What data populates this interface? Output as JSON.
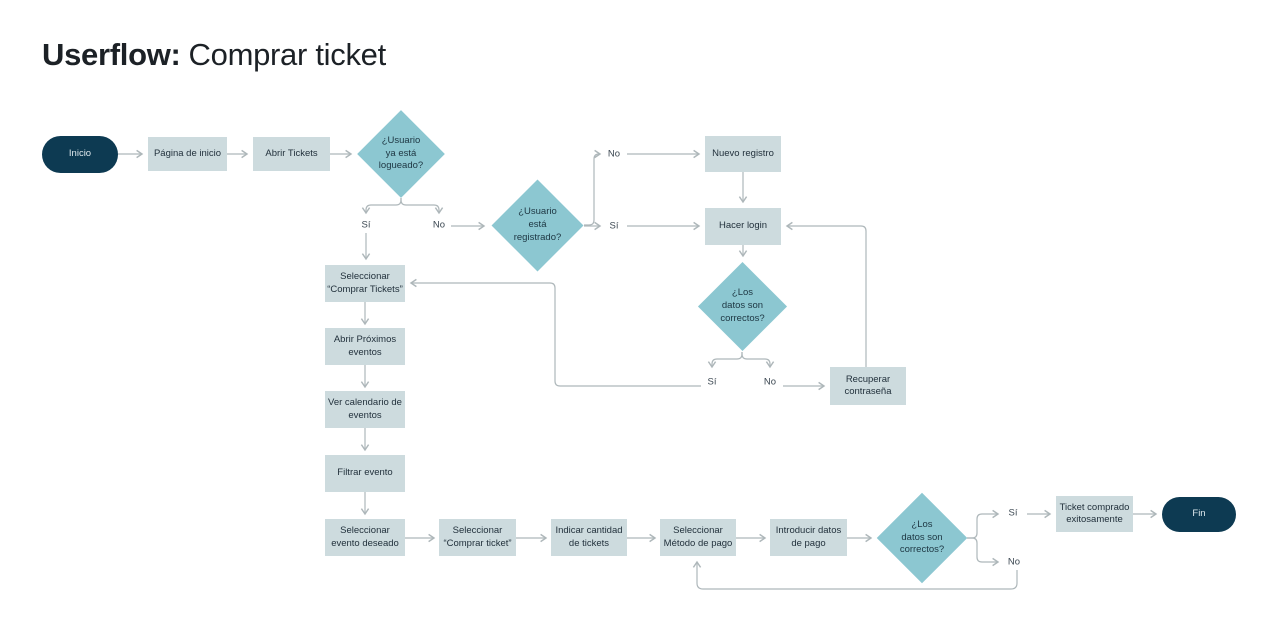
{
  "title": {
    "bold": "Userflow:",
    "regular": "Comprar ticket"
  },
  "colors": {
    "background": "#ffffff",
    "start_end_fill": "#0d3a52",
    "step_fill": "#cddbde",
    "decision_fill": "#8cc7d1",
    "connector": "#aeb7ba",
    "text": "#22313c",
    "start_end_text": "#dfe9ee"
  },
  "nodes": {
    "inicio": {
      "label": "Inicio",
      "type": "start"
    },
    "pagina_inicio": {
      "label": "Página de inicio",
      "type": "step"
    },
    "abrir_tickets": {
      "label": "Abrir Tickets",
      "type": "step"
    },
    "d_logueado": {
      "label": "¿Usuario\nya está\nlogueado?",
      "type": "decision"
    },
    "nuevo_registro": {
      "label": "Nuevo registro",
      "type": "step"
    },
    "hacer_login": {
      "label": "Hacer login",
      "type": "step"
    },
    "d_registrado": {
      "label": "¿Usuario\nestá\nregistrado?",
      "type": "decision"
    },
    "d_datos_login": {
      "label": "¿Los\ndatos son\ncorrectos?",
      "type": "decision"
    },
    "recuperar_contrasena": {
      "label": "Recuperar\ncontraseña",
      "type": "step"
    },
    "sel_comprar_tickets": {
      "label": "Seleccionar\n“Comprar Tickets”",
      "type": "step"
    },
    "abrir_proximos": {
      "label": "Abrir Próximos\neventos",
      "type": "step"
    },
    "ver_calendario": {
      "label": "Ver calendario de\neventos",
      "type": "step"
    },
    "filtrar_evento": {
      "label": "Filtrar evento",
      "type": "step"
    },
    "sel_evento": {
      "label": "Seleccionar\nevento deseado",
      "type": "step"
    },
    "sel_comprar_ticket": {
      "label": "Seleccionar\n“Comprar ticket”",
      "type": "step"
    },
    "indicar_cantidad": {
      "label": "Indicar cantidad\nde tickets",
      "type": "step"
    },
    "sel_metodo_pago": {
      "label": "Seleccionar\nMétodo de pago",
      "type": "step"
    },
    "introducir_datos": {
      "label": "Introducir datos\nde pago",
      "type": "step"
    },
    "d_datos_pago": {
      "label": "¿Los\ndatos son\ncorrectos?",
      "type": "decision"
    },
    "ticket_comprado": {
      "label": "Ticket comprado\nexitosamente",
      "type": "step"
    },
    "fin": {
      "label": "Fin",
      "type": "end"
    }
  },
  "edge_labels": {
    "si_logueado": "Sí",
    "no_logueado": "No",
    "no_registrado": "No",
    "si_registrado": "Sí",
    "si_datos_login": "Sí",
    "no_datos_login": "No",
    "si_datos_pago": "Sí",
    "no_datos_pago": "No"
  }
}
